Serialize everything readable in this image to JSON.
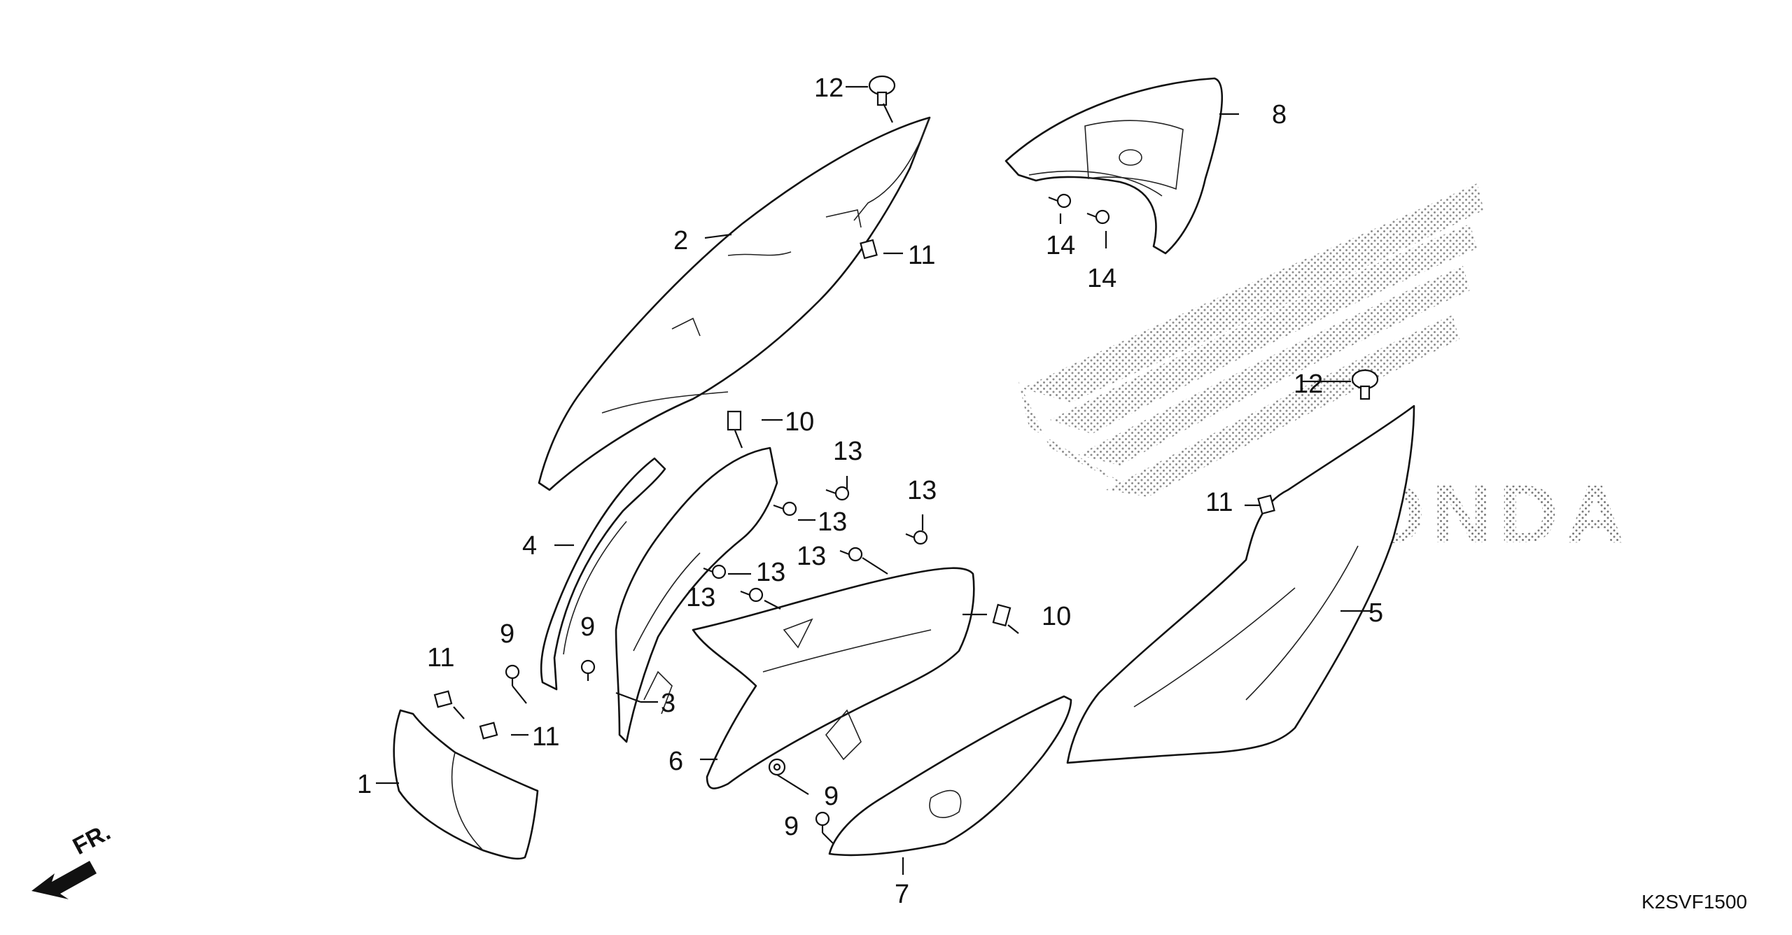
{
  "diagram_code": "K2SVF1500",
  "front_arrow_label": "FR.",
  "watermark": "HONDA",
  "callouts": {
    "c1": "1",
    "c2": "2",
    "c3": "3",
    "c4": "4",
    "c5": "5",
    "c6": "6",
    "c7": "7",
    "c8": "8",
    "c9a": "9",
    "c9b": "9",
    "c9c": "9",
    "c9d": "9",
    "c10a": "10",
    "c10b": "10",
    "c11a": "11",
    "c11b": "11",
    "c11c": "11",
    "c11d": "11",
    "c12a": "12",
    "c12b": "12",
    "c13a": "13",
    "c13b": "13",
    "c13c": "13",
    "c13d": "13",
    "c13e": "13",
    "c13f": "13",
    "c14a": "14",
    "c14b": "14"
  }
}
